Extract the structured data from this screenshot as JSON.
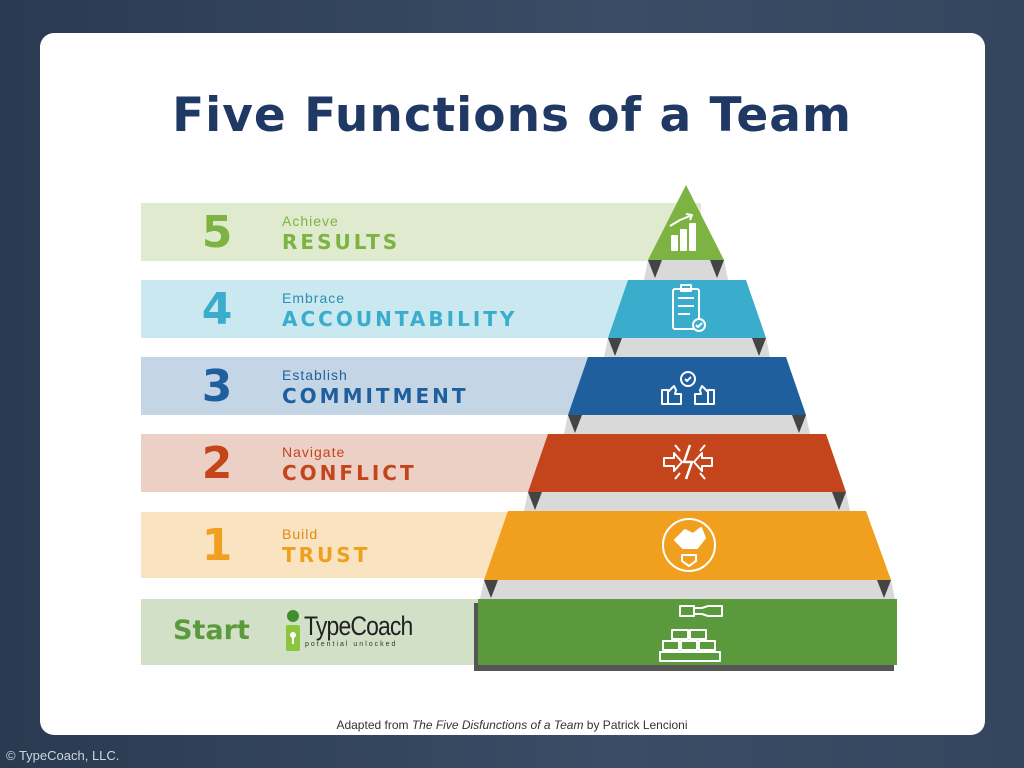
{
  "title": "Five Functions of a Team",
  "levels": [
    {
      "number": "5",
      "verb": "Achieve",
      "noun": "RESULTS",
      "icon": "chart-growth-icon",
      "band": "#dfeacf",
      "color": "#7cb342"
    },
    {
      "number": "4",
      "verb": "Embrace",
      "noun": "ACCOUNTABILITY",
      "icon": "clipboard-check-icon",
      "band": "#c9e8ef",
      "color": "#3aaccc"
    },
    {
      "number": "3",
      "verb": "Establish",
      "noun": "COMMITMENT",
      "icon": "thumbs-up-icon",
      "band": "#c4d6e6",
      "color": "#1f5f9e"
    },
    {
      "number": "2",
      "verb": "Navigate",
      "noun": "CONFLICT",
      "icon": "conflict-arrows-icon",
      "band": "#ecd0c6",
      "color": "#c4451c"
    },
    {
      "number": "1",
      "verb": "Build",
      "noun": "TRUST",
      "icon": "handshake-icon",
      "band": "#fae3c0",
      "color": "#f0a01e"
    }
  ],
  "start": {
    "label": "Start",
    "logo_name": "TypeCoach",
    "logo_tagline": "potential unlocked",
    "color": "#5a9a3c"
  },
  "caption": {
    "prefix": "Adapted from ",
    "book": "The Five Disfunctions of a Team",
    "suffix": " by Patrick Lencioni"
  },
  "copyright": "© TypeCoach, LLC."
}
